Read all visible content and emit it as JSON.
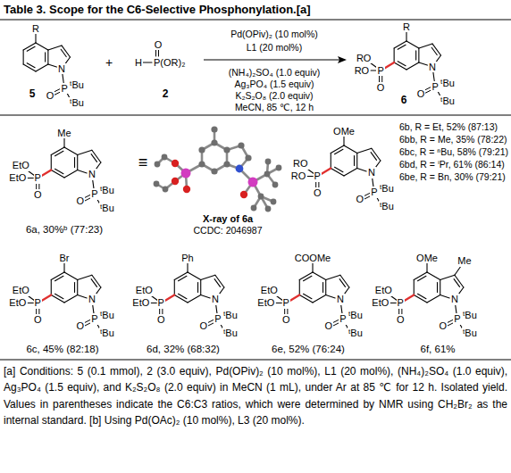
{
  "diagram": {
    "title": "Table 3. Scope for the C6-Selective Phosphonylation.[a]",
    "caption": "[a] Conditions: 5 (0.1 mmol), 2 (3.0 equiv), Pd(OPiv)₂ (10 mol%), L1 (20 mol%), (NH₄)₂SO₄ (1.0 equiv), Ag₃PO₄ (1.5 equiv), and K₂S₂O₈ (2.0 equiv) in MeCN (1 mL), under Ar at 85 ℃ for 12 h. Isolated yield. Values in parentheses indicate the C6:C3 ratios, which were determined by NMR using CH₂Br₂ as the internal standard. [b] Using Pd(OAc)₂ (10 mol%), L3 (20 mol%).",
    "labels": [
      "R",
      "N",
      "P",
      "ᵗBu",
      "O",
      "ᵗBu",
      "5",
      "+",
      "O",
      "H",
      "P(OR)₂",
      "2",
      "Pd(OPiv)₂ (10 mol%)",
      "L1 (20 mol%)",
      "(NH₄)₂SO₄ (1.0 equiv)",
      "Ag₃PO₄ (1.5 equiv)",
      "K₂S₂O₈ (2.0 equiv)",
      "MeCN, 85 ℃, 12 h",
      "R",
      "RO",
      "RO",
      "P",
      "O",
      "N",
      "P",
      "ᵗBu",
      "O",
      "ᵗBu",
      "6",
      "Me",
      "EtO",
      "EtO",
      "P",
      "O",
      "N",
      "P",
      "ᵗBu",
      "O",
      "ᵗBu",
      "6a, 30%ᵇ (77:23)",
      "≡",
      "X-ray of 6a",
      "CCDC: 2046987",
      "OMe",
      "RO",
      "RO",
      "P",
      "O",
      "N",
      "P",
      "ᵗBu",
      "O",
      "ᵗBu",
      "6b, R = Et, 52% (87:13)",
      "6bb, R = Me, 35% (78:22)",
      "6bc, R = ⁿBu, 58% (79:21)",
      "6bd, R = ⁱPr, 61% (86:14)",
      "6be, R = Bn, 30% (79:21)",
      "Br",
      "EtO",
      "EtO",
      "P",
      "O",
      "N",
      "P",
      "ᵗBu",
      "O",
      "ᵗBu",
      "6c, 45% (82:18)",
      "Ph",
      "EtO",
      "EtO",
      "P",
      "O",
      "N",
      "P",
      "ᵗBu",
      "O",
      "ᵗBu",
      "6d, 32% (68:32)",
      "COOMe",
      "EtO",
      "EtO",
      "P",
      "O",
      "N",
      "P",
      "ᵗBu",
      "O",
      "ᵗBu",
      "6e, 52% (76:24)",
      "OMe",
      "Me",
      "EtO",
      "EtO",
      "P",
      "O",
      "N",
      "P",
      "ᵗBu",
      "O",
      "ᵗBu",
      "6f, 61%"
    ]
  }
}
